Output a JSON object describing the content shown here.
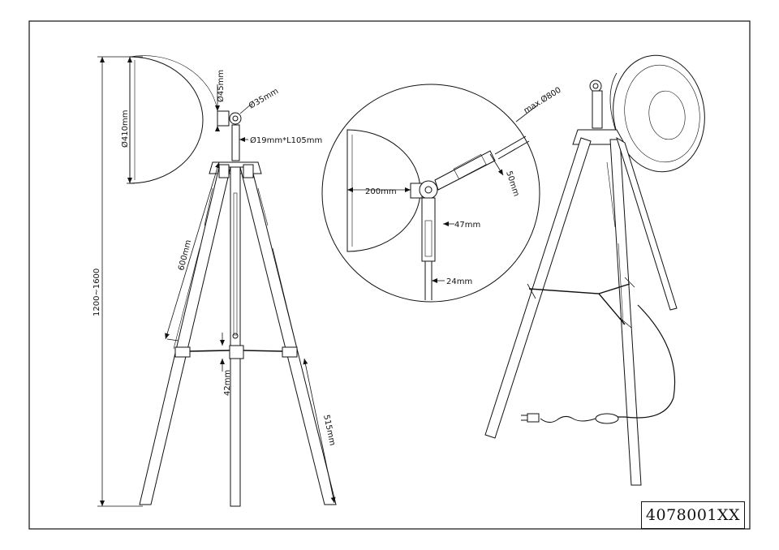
{
  "product_code": "4078001XX",
  "dimensions": {
    "overall_height": "1200~1600",
    "shade_diameter": "Ø410mm",
    "joint_diameter": "Ø45mm",
    "knob_diameter": "Ø35mm",
    "rod": "Ø19mm*L105mm",
    "upper_leg_length": "600mm",
    "hub_height": "42mm",
    "lower_leg_length": "515mm"
  },
  "detail_dimensions": {
    "max_reach": "max.Ø800",
    "clamp_width": "50mm",
    "shade_depth": "200mm",
    "clamp_length": "47mm",
    "pole_diameter": "24mm"
  }
}
